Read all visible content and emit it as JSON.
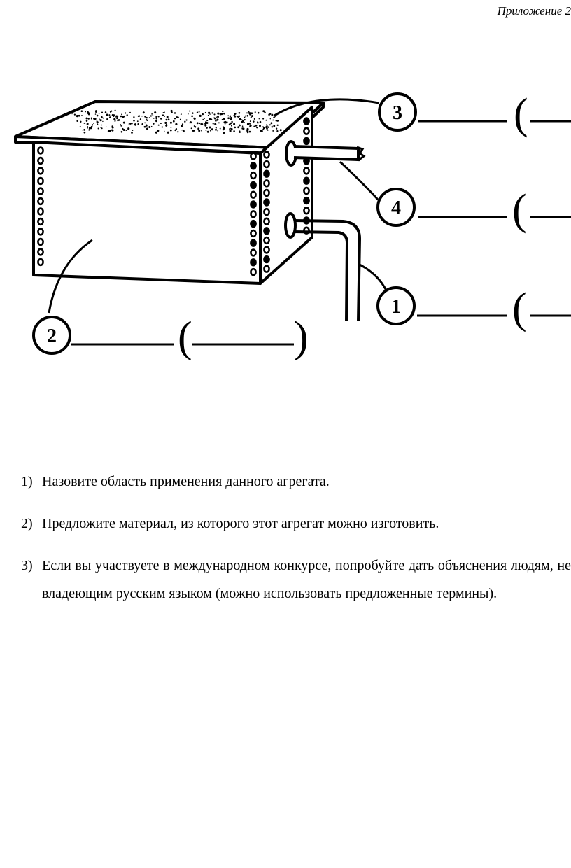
{
  "header": {
    "appendix": "Приложение 2"
  },
  "figure": {
    "callouts": [
      {
        "number": "3"
      },
      {
        "number": "4"
      },
      {
        "number": "1"
      },
      {
        "number": "2"
      }
    ],
    "answer_brackets": {
      "open": "(",
      "close": ")"
    }
  },
  "questions": [
    {
      "number": "1)",
      "text": "Назовите область применения данного агрегата."
    },
    {
      "number": "2)",
      "text": "Предложите материал, из которого этот агрегат можно изготовить."
    },
    {
      "number": "3)",
      "text": "Если вы участвуете в международном конкурсе, попробуйте дать объяснения людям, не владеющим русским языком (можно использовать предложенные термины)."
    }
  ]
}
